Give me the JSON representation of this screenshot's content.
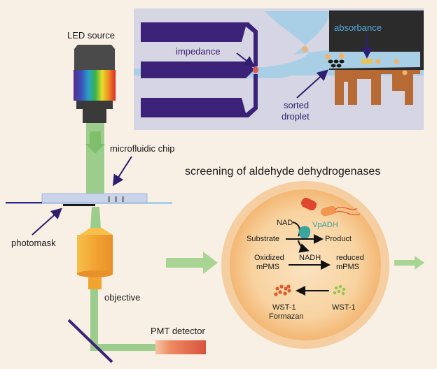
{
  "labels": {
    "led_source": "LED source",
    "microfluidic_chip": "microfluidic chip",
    "photomask": "photomask",
    "objective": "objective",
    "pmt_detector": "PMT detector",
    "impedance": "impedance",
    "absorbance": "absorbance",
    "sorted_droplet_line1": "sorted",
    "sorted_droplet_line2": "droplet",
    "screening_title": "screening of  aldehyde dehydrogenases"
  },
  "reaction": {
    "nad": "NAD",
    "enzyme": "VpADH",
    "substrate": "Substrate",
    "product": "Product",
    "oxidized_line1": "Oxidized",
    "oxidized_line2": "mPMS",
    "nadh": "NADH",
    "reduced_line1": "reduced",
    "reduced_line2": "mPMS",
    "wst1": "WST-1",
    "formazan_line1": "WST-1",
    "formazan_line2": "Formazan"
  },
  "colors": {
    "background": "#f8f0e5",
    "electrode": "#3b2178",
    "channel": "#a9cfe6",
    "light_beam": "#9ccd8c",
    "objective": "#f1a535",
    "droplet_bg": "#f6c584",
    "detector": "#e66b4e",
    "bridge": "#b86a35",
    "arrow_label": "#2f1e6e",
    "absorbance_text": "#57b0e0",
    "enzyme": "#3aa6a0"
  }
}
